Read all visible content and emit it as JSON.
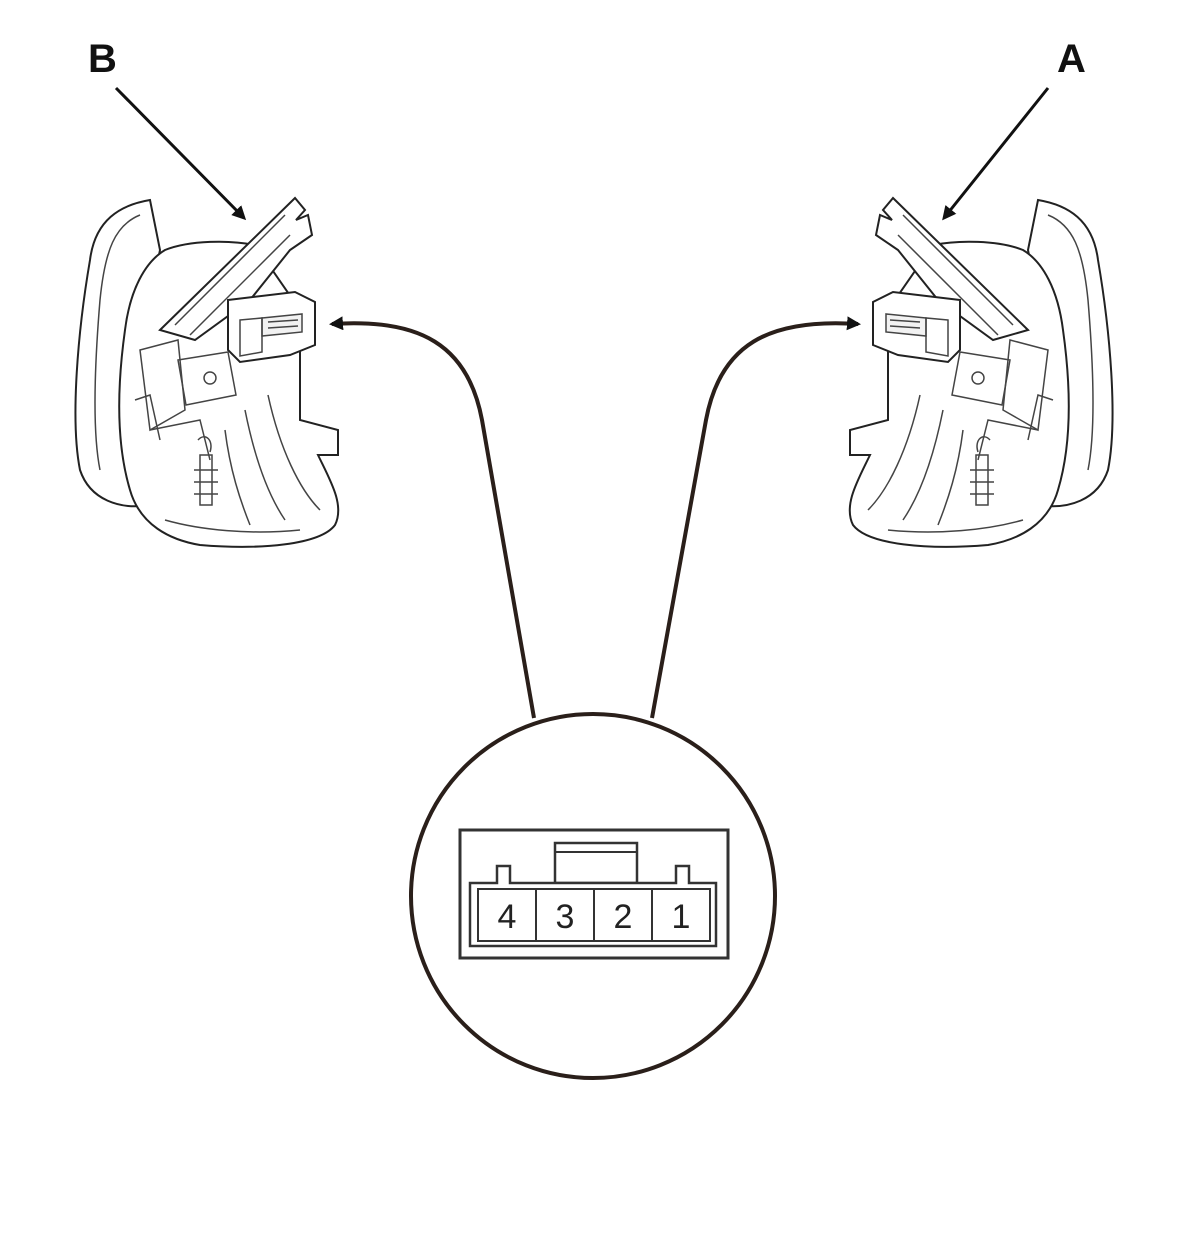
{
  "labels": {
    "left_part": "B",
    "right_part": "A"
  },
  "connector": {
    "pins": [
      "4",
      "3",
      "2",
      "1"
    ]
  }
}
